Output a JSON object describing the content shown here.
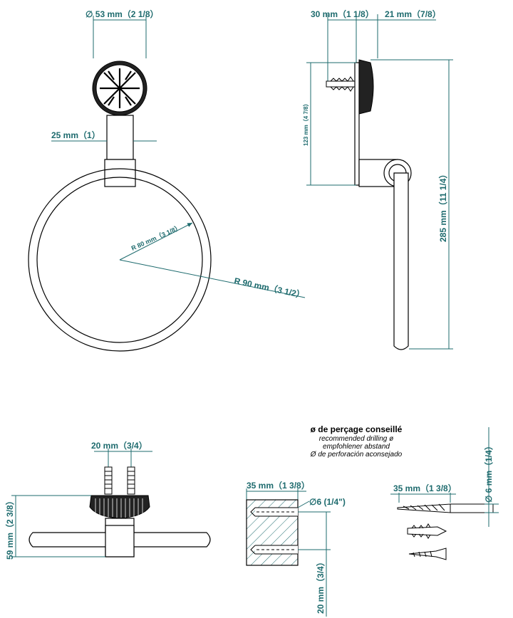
{
  "front_view": {
    "dim_diameter": "∅ 53 mm（2 1/8）",
    "dim_width": "25 mm（1）",
    "dim_inner_radius": "R 80 mm（3 1/8）",
    "dim_outer_radius": "R 90 mm（3 1/2）"
  },
  "side_view": {
    "dim_depth_a": "30 mm（1 1/8）",
    "dim_depth_b": "21 mm（7/8）",
    "dim_height_small": "123 mm（4 7/8）",
    "dim_height_total": "285 mm（11 1/4）"
  },
  "top_view": {
    "dim_anchor_spacing": "20 mm（3/4）",
    "dim_height": "59 mm（2 3/8）"
  },
  "drilling": {
    "title": "ø de perçage conseillé",
    "line_en": "recommended drilling ø",
    "line_de": "empfohlener abstand",
    "line_es": "Ø de perforación aconsejado",
    "dim_depth": "35 mm（1 3/8）",
    "dim_hole": "∅6 (1/4\")",
    "dim_spacing": "20 mm（3/4）",
    "dim_bit_length": "35 mm（1 3/8）",
    "dim_bit_diameter": "∅ 6 mm（1/4）"
  }
}
